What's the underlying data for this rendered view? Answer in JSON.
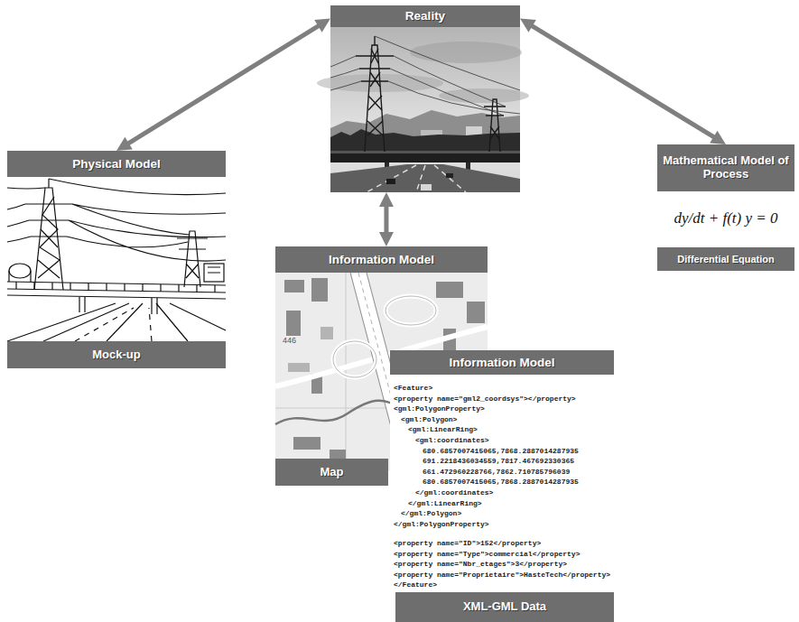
{
  "diagram": {
    "nodes": [
      {
        "text": [
          "Reality"
        ]
      },
      {
        "text": [
          "Physical Model",
          "Mock-up"
        ]
      },
      {
        "text": [
          "Information Model",
          "Map"
        ]
      },
      {
        "text": [
          "Information Model",
          "XML-GML Data"
        ]
      },
      {
        "text": [
          "Mathematical Model of Process",
          "dy/dt + f(t) y = 0",
          "Differential Equation"
        ]
      }
    ],
    "edges": [
      {
        "from": 0,
        "to": 1,
        "arrow": "both"
      },
      {
        "from": 0,
        "to": 2,
        "arrow": "both"
      },
      {
        "from": 0,
        "to": 4,
        "arrow": "both"
      }
    ],
    "labels": [
      "446",
      "<Feature>",
      "<property name=\"gml2_coordsys\"></property>",
      "<gml:PolygonProperty>",
      "<gml:Polygon>",
      "<gml:LinearRing>",
      "<gml:coordinates>",
      "680.6857007415065,7868.2887014287935",
      "691.2218436034559,7817.467692330365",
      "661.472960228766,7862.710785796039",
      "680.6857007415065,7868.2887014287935",
      "</gml:coordinates>",
      "</gml:LinearRing>",
      "</gml:Polygon>",
      "</gml:PolygonProperty>",
      "<property name=\"ID\">152</property>",
      "<property name=\"Type\">commercial</property>",
      "<property name=\"Nbr_etages\">3</property>",
      "<property name=\"Proprietaire\">HasteTech</property>",
      "</Feature>"
    ]
  }
}
